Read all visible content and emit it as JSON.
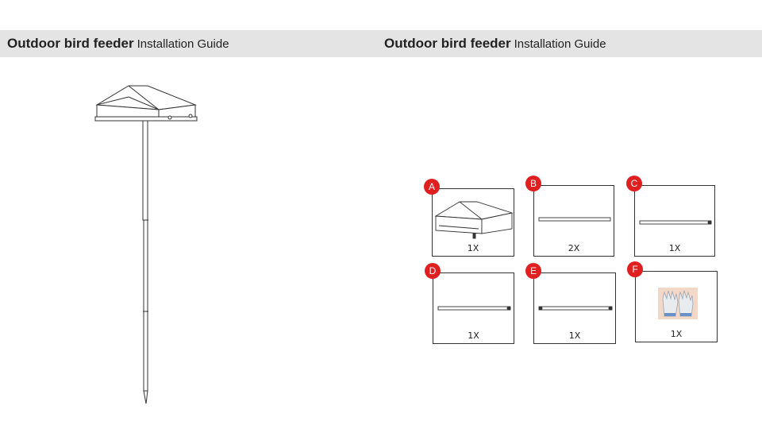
{
  "header": {
    "left": {
      "title": "Outdoor bird feeder",
      "subtitle": "Installation Guide"
    },
    "right": {
      "title": "Outdoor bird feeder",
      "subtitle": "Installation Guide"
    }
  },
  "parts": [
    {
      "letter": "A",
      "qty": "1X",
      "icon": "feeder-tray-icon"
    },
    {
      "letter": "B",
      "qty": "2X",
      "icon": "pole-section-icon"
    },
    {
      "letter": "C",
      "qty": "1X",
      "icon": "pole-section-icon"
    },
    {
      "letter": "D",
      "qty": "1X",
      "icon": "pole-section-icon"
    },
    {
      "letter": "E",
      "qty": "1X",
      "icon": "pole-section-icon"
    },
    {
      "letter": "F",
      "qty": "1X",
      "icon": "gloves-icon"
    }
  ],
  "colors": {
    "badge": "#e02020",
    "header_bg": "#e4e4e4"
  }
}
